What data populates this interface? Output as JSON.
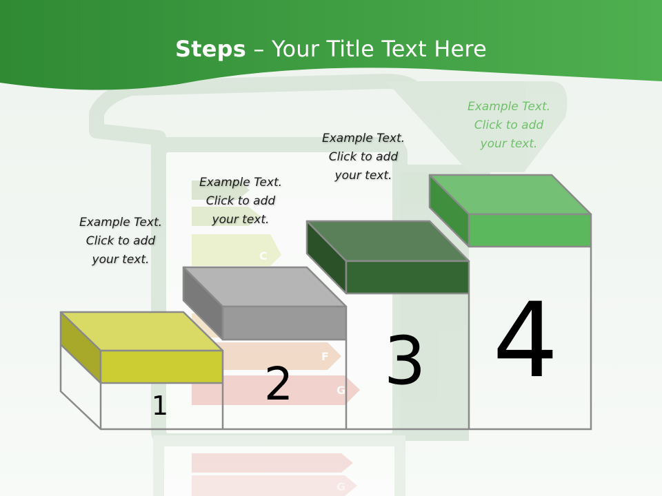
{
  "title": {
    "bold": "Steps",
    "rest": " – Your Title Text Here"
  },
  "colors": {
    "header_green": "#3a9e3f",
    "step1": "#cccc33",
    "step2": "#9a9a9a",
    "step3": "#336633",
    "step4": "#5cb85c"
  },
  "steps": [
    {
      "number": "1",
      "caption": [
        "Example Text.",
        "Click  to add",
        "your text."
      ]
    },
    {
      "number": "2",
      "caption": [
        "Example Text.",
        "Click  to add",
        "your text."
      ]
    },
    {
      "number": "3",
      "caption": [
        "Example Text.",
        "Click  to add",
        "your text."
      ]
    },
    {
      "number": "4",
      "caption": [
        "Example Text.",
        "Click  to add",
        "your text."
      ]
    }
  ],
  "background": {
    "label_icon": "energy-label-icon",
    "letters": [
      "C",
      "F",
      "G",
      "G"
    ]
  }
}
